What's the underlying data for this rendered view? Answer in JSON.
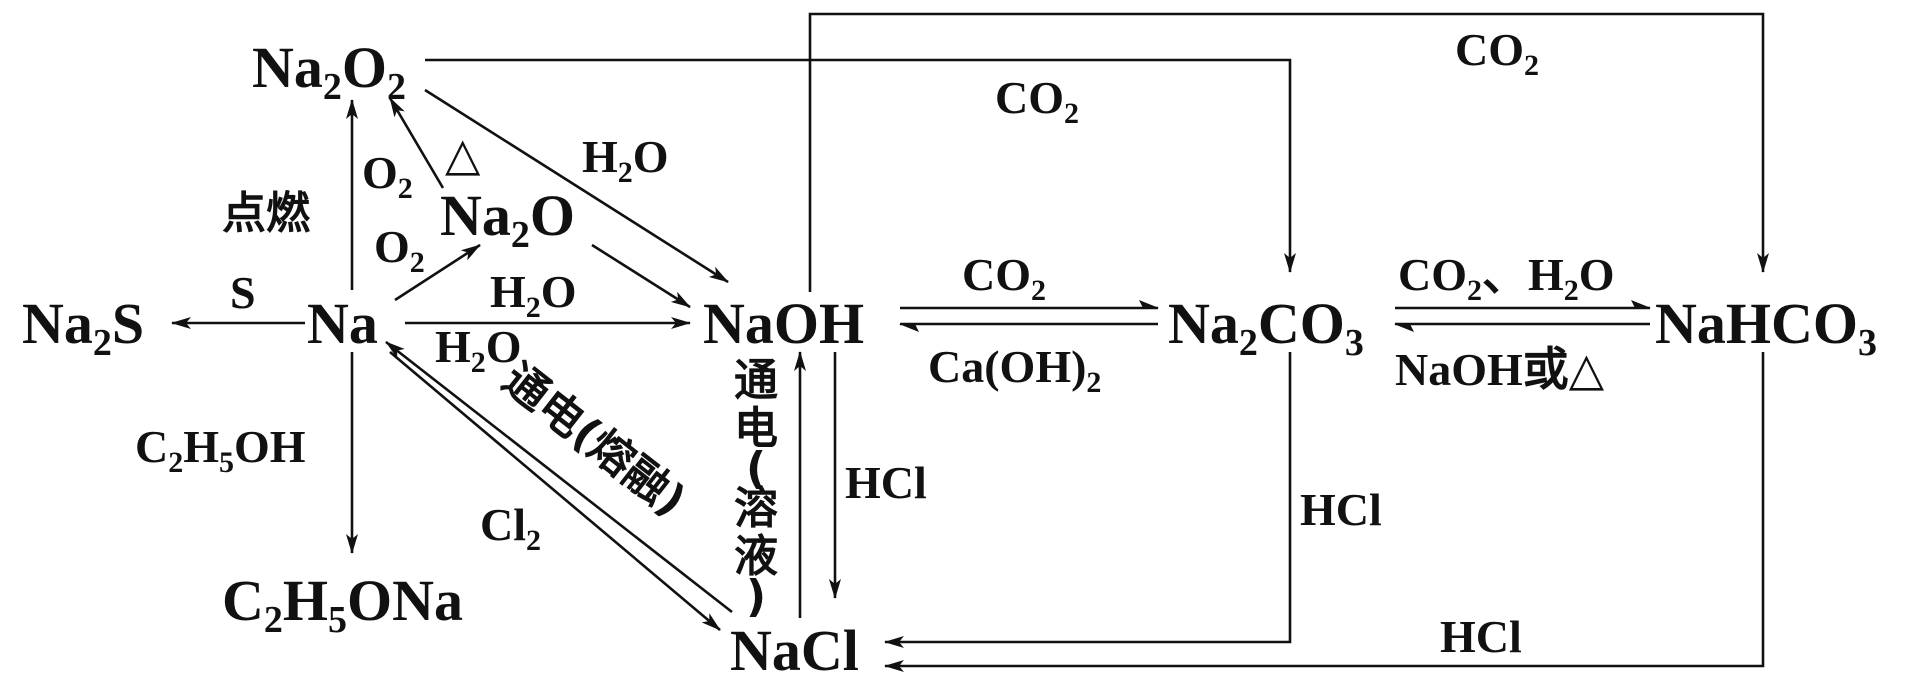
{
  "compounds": {
    "na2o2": [
      "Na",
      "2",
      "O",
      "2"
    ],
    "na2o": [
      "Na",
      "2",
      "O"
    ],
    "na2s": [
      "Na",
      "2",
      "S"
    ],
    "na": [
      "Na"
    ],
    "naoh": [
      "NaOH"
    ],
    "na2co3": [
      "Na",
      "2",
      "CO",
      "3"
    ],
    "nahco3": [
      "NaHCO",
      "3"
    ],
    "c2h5ona": [
      "C",
      "2",
      "H",
      "5",
      "ONa"
    ],
    "nacl": [
      "NaCl"
    ]
  },
  "conditions": {
    "co2_na2o2_na2co3": [
      "CO",
      "2"
    ],
    "co2_naoh_nahco3": [
      "CO",
      "2"
    ],
    "h2o_na2o2_naoh": [
      "H",
      "2",
      "O"
    ],
    "delta_na2o_na2o2": [
      "△"
    ],
    "o2_na_na2o2": [
      "O",
      "2"
    ],
    "ignite": [
      "点燃"
    ],
    "o2_na_na2o": [
      "O",
      "2"
    ],
    "s_na_na2s": [
      "S"
    ],
    "h2o_na2o_naoh": [
      "H",
      "2",
      "O"
    ],
    "h2o_na_naoh": [
      "H",
      "2",
      "O"
    ],
    "co2_naoh_na2co3": [
      "CO",
      "2"
    ],
    "caoh2_na2co3_naoh": [
      "Ca(OH)",
      "2"
    ],
    "co2h2o_na2co3_nahco3": [
      "CO",
      "2",
      "、H",
      "2",
      "O"
    ],
    "naoh_or_heat": [
      "NaOH或△"
    ],
    "c2h5oh": [
      "C",
      "2",
      "H",
      "5",
      "OH"
    ],
    "hcl_naoh_nacl": [
      "HCl"
    ],
    "hcl_na2co3_nacl": [
      "HCl"
    ],
    "cl2_na_nacl": [
      "Cl",
      "2"
    ],
    "hcl_nahco3_nacl": [
      "HCl"
    ],
    "electrolysis_melt": [
      "通电(熔融)"
    ],
    "electrolysis_solution": [
      "通",
      "电",
      "(",
      "溶",
      "液",
      ")"
    ]
  }
}
